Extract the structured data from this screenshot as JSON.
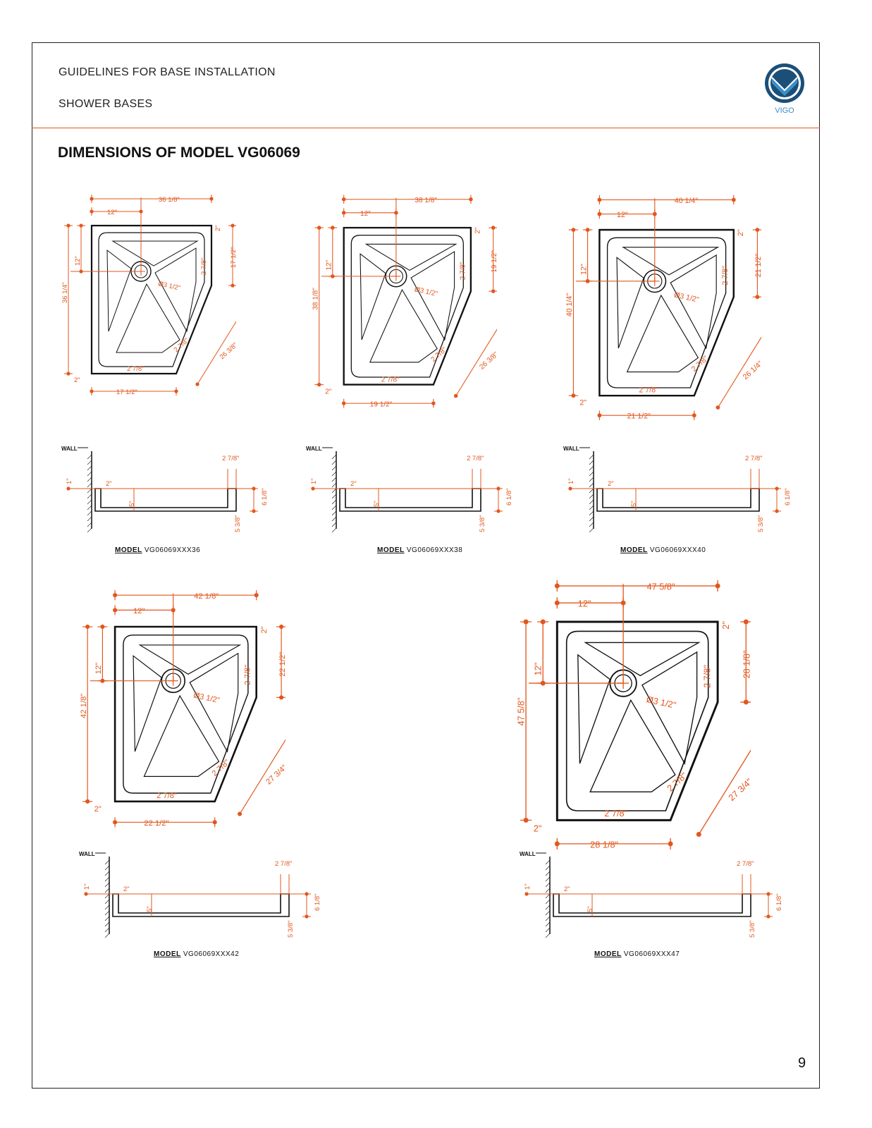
{
  "header": {
    "line1": "GUIDELINES FOR BASE INSTALLATION",
    "line2": "SHOWER BASES",
    "logo_text": "VIGO"
  },
  "title": "DIMENSIONS OF MODEL VG06069",
  "page_number": "9",
  "colors": {
    "accent": "#e2571e",
    "logo_blue": "#1b4f78",
    "logo_light": "#3a8fc8",
    "texture": "#6cc6b6"
  },
  "common_labels": {
    "wall": "WALL",
    "one_in": "1\"",
    "two_in": "2\"",
    "twelve": "12\"",
    "drain": "Ø3 1/2\"",
    "flange": "2 7/8\"",
    "five": "5\"",
    "depth": "6 1/8\"",
    "inner_depth": "5 3/8\""
  },
  "models": [
    {
      "model_label": "MODEL",
      "model_number": "VG06069XXX36",
      "overall": "36 1/8\"",
      "side": "36 1/4\"",
      "short_side": "17 1/2\"",
      "bottom": "17 1/2\"",
      "diagonal": "26 3/8\""
    },
    {
      "model_label": "MODEL",
      "model_number": "VG06069XXX38",
      "overall": "38 1/8\"",
      "side": "38 1/8\"",
      "short_side": "19 1/2\"",
      "bottom": "19 1/2\"",
      "diagonal": "26 3/8\""
    },
    {
      "model_label": "MODEL",
      "model_number": "VG06069XXX40",
      "overall": "40 1/4\"",
      "side": "40 1/4\"",
      "short_side": "21 1/2\"",
      "bottom": "21 1/2\"",
      "diagonal": "26 1/4\""
    },
    {
      "model_label": "MODEL",
      "model_number": "VG06069XXX42",
      "overall": "42 1/8\"",
      "side": "42 1/8\"",
      "short_side": "22 1/2\"",
      "bottom": "22 1/2\"",
      "diagonal": "27 3/4\""
    },
    {
      "model_label": "MODEL",
      "model_number": "VG06069XXX47",
      "overall": "47 5/8\"",
      "side": "47 5/8\"",
      "short_side": "28 1/8\"",
      "bottom": "28 1/8\"",
      "diagonal": "27 3/4\""
    }
  ]
}
